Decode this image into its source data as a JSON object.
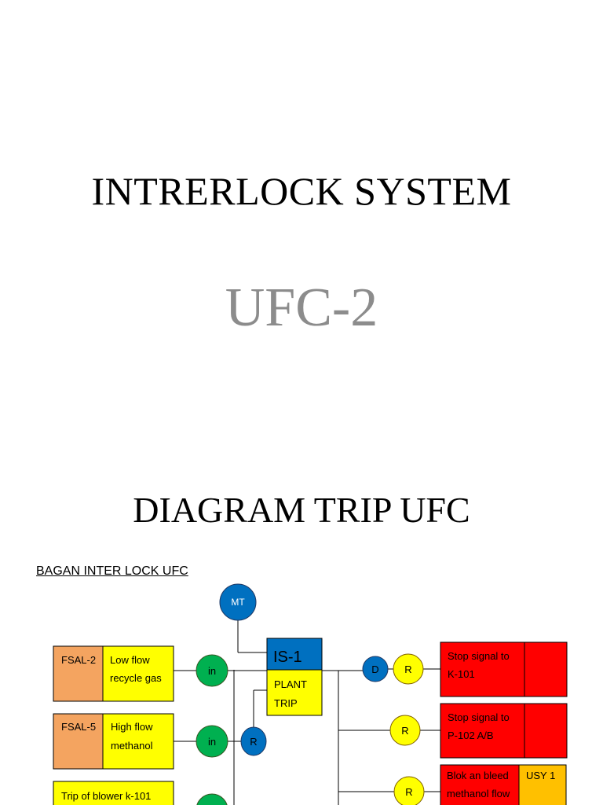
{
  "page": {
    "title": "INTRERLOCK SYSTEM",
    "subtitle": "UFC-2",
    "diagram_title": "DIAGRAM TRIP UFC",
    "caption": "BAGAN INTER LOCK UFC"
  },
  "colors": {
    "orange": "#f4a460",
    "yellow": "#ffff00",
    "green": "#00b050",
    "blue": "#0070c0",
    "red": "#ff0000",
    "gold": "#ffc000"
  },
  "diagram": {
    "mt_node": "MT",
    "is_block": {
      "label": "IS-1",
      "sub_line1": "PLANT",
      "sub_line2": "TRIP"
    },
    "inputs": [
      {
        "tag": "FSAL-2",
        "line1": "Low flow",
        "line2": "recycle gas",
        "node": "in"
      },
      {
        "tag": "FSAL-5",
        "line1": "High flow",
        "line2": "methanol",
        "node": "in",
        "extra_node": "R"
      },
      {
        "text": "Trip of blower k-101"
      }
    ],
    "outputs": [
      {
        "node1": "D",
        "node2": "R",
        "line1": "Stop signal to",
        "line2": "K-101"
      },
      {
        "node2": "R",
        "line1": "Stop signal to",
        "line2": "P-102 A/B"
      },
      {
        "node2": "R",
        "line1": "Blok an bleed",
        "line2": "methanol flow",
        "tag": "USY 1"
      }
    ]
  }
}
